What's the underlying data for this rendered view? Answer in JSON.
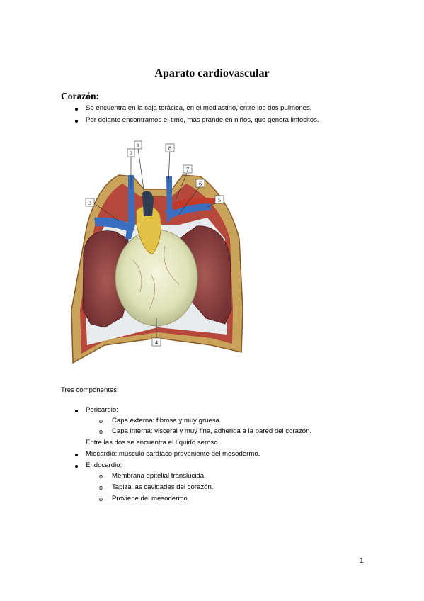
{
  "document": {
    "title": "Aparato cardiovascular",
    "section_heading": "Corazón:",
    "intro_bullets": [
      "Se encuentra en la caja torácica, en el mediastino, entre los dos pulmones.",
      "Por delante encontramos el timo, más grande en niños, que genera linfocitos."
    ],
    "figure": {
      "labels": [
        "1",
        "2",
        "3",
        "4",
        "5",
        "6",
        "7",
        "8"
      ]
    },
    "components_heading": "Tres componentes:",
    "components": {
      "pericardio": {
        "label": "Pericardio:",
        "sub": [
          "Capa externa: fibrosa y muy gruesa.",
          "Capa interna: visceral y muy fina, adherida a la pared del corazón."
        ],
        "note": "Entre las dos se encuentra el líquido seroso."
      },
      "miocardio": {
        "label": "Miocardio: músculo cardíaco proveniente del mesodermo."
      },
      "endocardio": {
        "label": "Endocardio:",
        "sub": [
          "Membrana epitelial translucida.",
          "Tapiza las cavidades del corazón.",
          "Proviene del mesodermo."
        ]
      }
    },
    "sub_marker": "o",
    "page_number": "1"
  }
}
